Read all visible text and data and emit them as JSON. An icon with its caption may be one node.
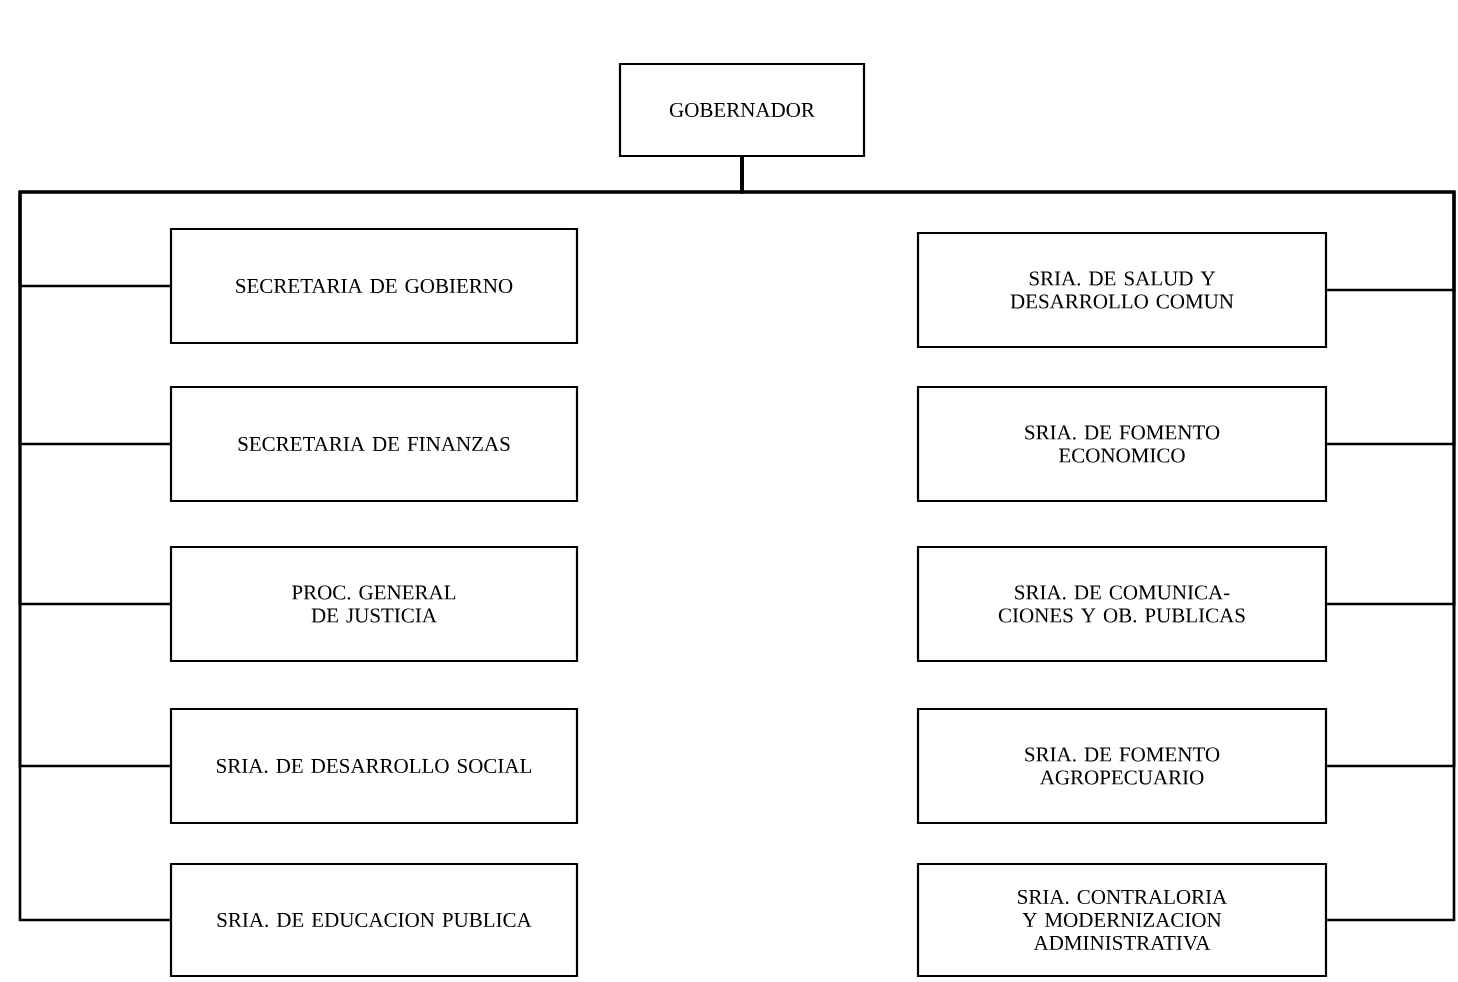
{
  "diagram": {
    "nodes": [
      {
        "text": [
          "GOBERNADOR"
        ]
      },
      {
        "text": [
          "SECRETARIA DE GOBIERNO"
        ]
      },
      {
        "text": [
          "SECRETARIA DE FINANZAS"
        ]
      },
      {
        "text": [
          "PROC. GENERAL DE JUSTICIA"
        ]
      },
      {
        "text": [
          "SRIA. DE DESARROLLO SOCIAL"
        ]
      },
      {
        "text": [
          "SRIA. DE EDUCACION PUBLICA"
        ]
      },
      {
        "text": [
          "SRIA. DE SALUD Y DESARROLLO COMUN"
        ]
      },
      {
        "text": [
          "SRIA. DE FOMENTO ECONOMICO"
        ]
      },
      {
        "text": [
          "SRIA. DE COMUNICA- CIONES Y OB. PUBLICAS"
        ]
      },
      {
        "text": [
          "SRIA. DE FOMENTO AGROPECUARIO"
        ]
      },
      {
        "text": [
          "SRIA. CONTRALORIA Y MODERNIZACION ADMINISTRATIVA"
        ]
      }
    ],
    "edges": [
      {
        "from": 0,
        "to": 1,
        "arrow": "none"
      },
      {
        "from": 0,
        "to": 2,
        "arrow": "none"
      },
      {
        "from": 0,
        "to": 3,
        "arrow": "none"
      },
      {
        "from": 0,
        "to": 4,
        "arrow": "none"
      },
      {
        "from": 0,
        "to": 5,
        "arrow": "none"
      },
      {
        "from": 0,
        "to": 6,
        "arrow": "none"
      },
      {
        "from": 0,
        "to": 7,
        "arrow": "none"
      },
      {
        "from": 0,
        "to": 8,
        "arrow": "none"
      },
      {
        "from": 0,
        "to": 9,
        "arrow": "none"
      },
      {
        "from": 0,
        "to": 10,
        "arrow": "none"
      }
    ]
  }
}
